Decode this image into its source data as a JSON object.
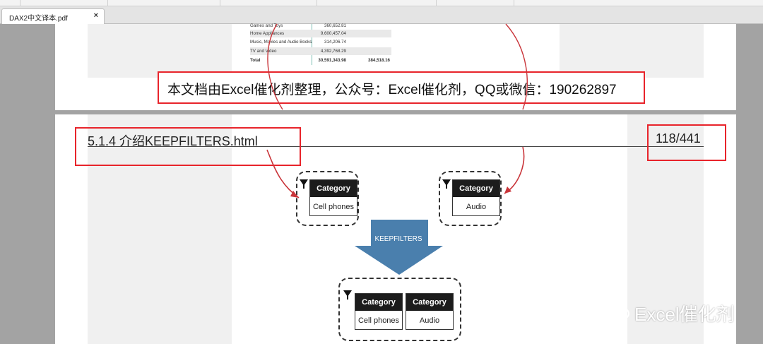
{
  "tabs": [
    {
      "label": "DAX2中文译本.pdf",
      "close": "×"
    }
  ],
  "page1": {
    "table_rows": [
      {
        "name": "Games and Toys",
        "value": "360,652.81",
        "value2": ""
      },
      {
        "name": "Home Appliances",
        "value": "9,600,457.04",
        "value2": ""
      },
      {
        "name": "Music, Movies and Audio Books",
        "value": "314,206.74",
        "value2": ""
      },
      {
        "name": "TV and Video",
        "value": "4,392,768.29",
        "value2": ""
      },
      {
        "name": "Total",
        "value": "30,591,343.98",
        "value2": "384,518.16"
      }
    ],
    "watermark": "本文档由Excel催化剂整理，公众号：Excel催化剂，QQ或微信：190262897"
  },
  "page2": {
    "heading": "5.1.4 介绍KEEPFILTERS.html",
    "page_number": "118/441",
    "diagram": {
      "top_left": {
        "header": "Category",
        "value": "Cell phones"
      },
      "top_right": {
        "header": "Category",
        "value": "Audio"
      },
      "arrow_label": "KEEPFILTERS",
      "bottom": [
        {
          "header": "Category",
          "value": "Cell phones"
        },
        {
          "header": "Category",
          "value": "Audio"
        }
      ]
    }
  },
  "branding": {
    "wechat_text": "Excel催化剂"
  },
  "colors": {
    "annotation_red": "#e8242b",
    "arrow_blue": "#4a7fad"
  }
}
